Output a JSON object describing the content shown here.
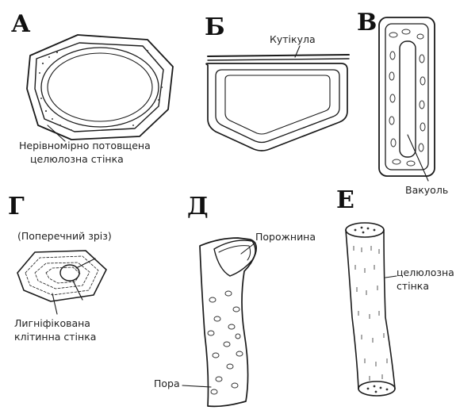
{
  "panels": {
    "a": {
      "letter": "А",
      "label_line1": "Нерівномірно потовщена",
      "label_line2": "целюлозна стінка"
    },
    "b": {
      "letter": "Б",
      "label": "Кутікула"
    },
    "c": {
      "letter": "В",
      "label": "Вакуоль"
    },
    "d": {
      "letter": "Г",
      "caption": "(Поперечний зріз)",
      "label_line1": "Лигніфікована",
      "label_line2": "клітинна стінка"
    },
    "e": {
      "letter": "Д",
      "label_top": "Порожнина",
      "label_bottom": "Пора"
    },
    "f": {
      "letter": "Е",
      "label_line1": "целюлозна",
      "label_line2": "стінка"
    }
  }
}
